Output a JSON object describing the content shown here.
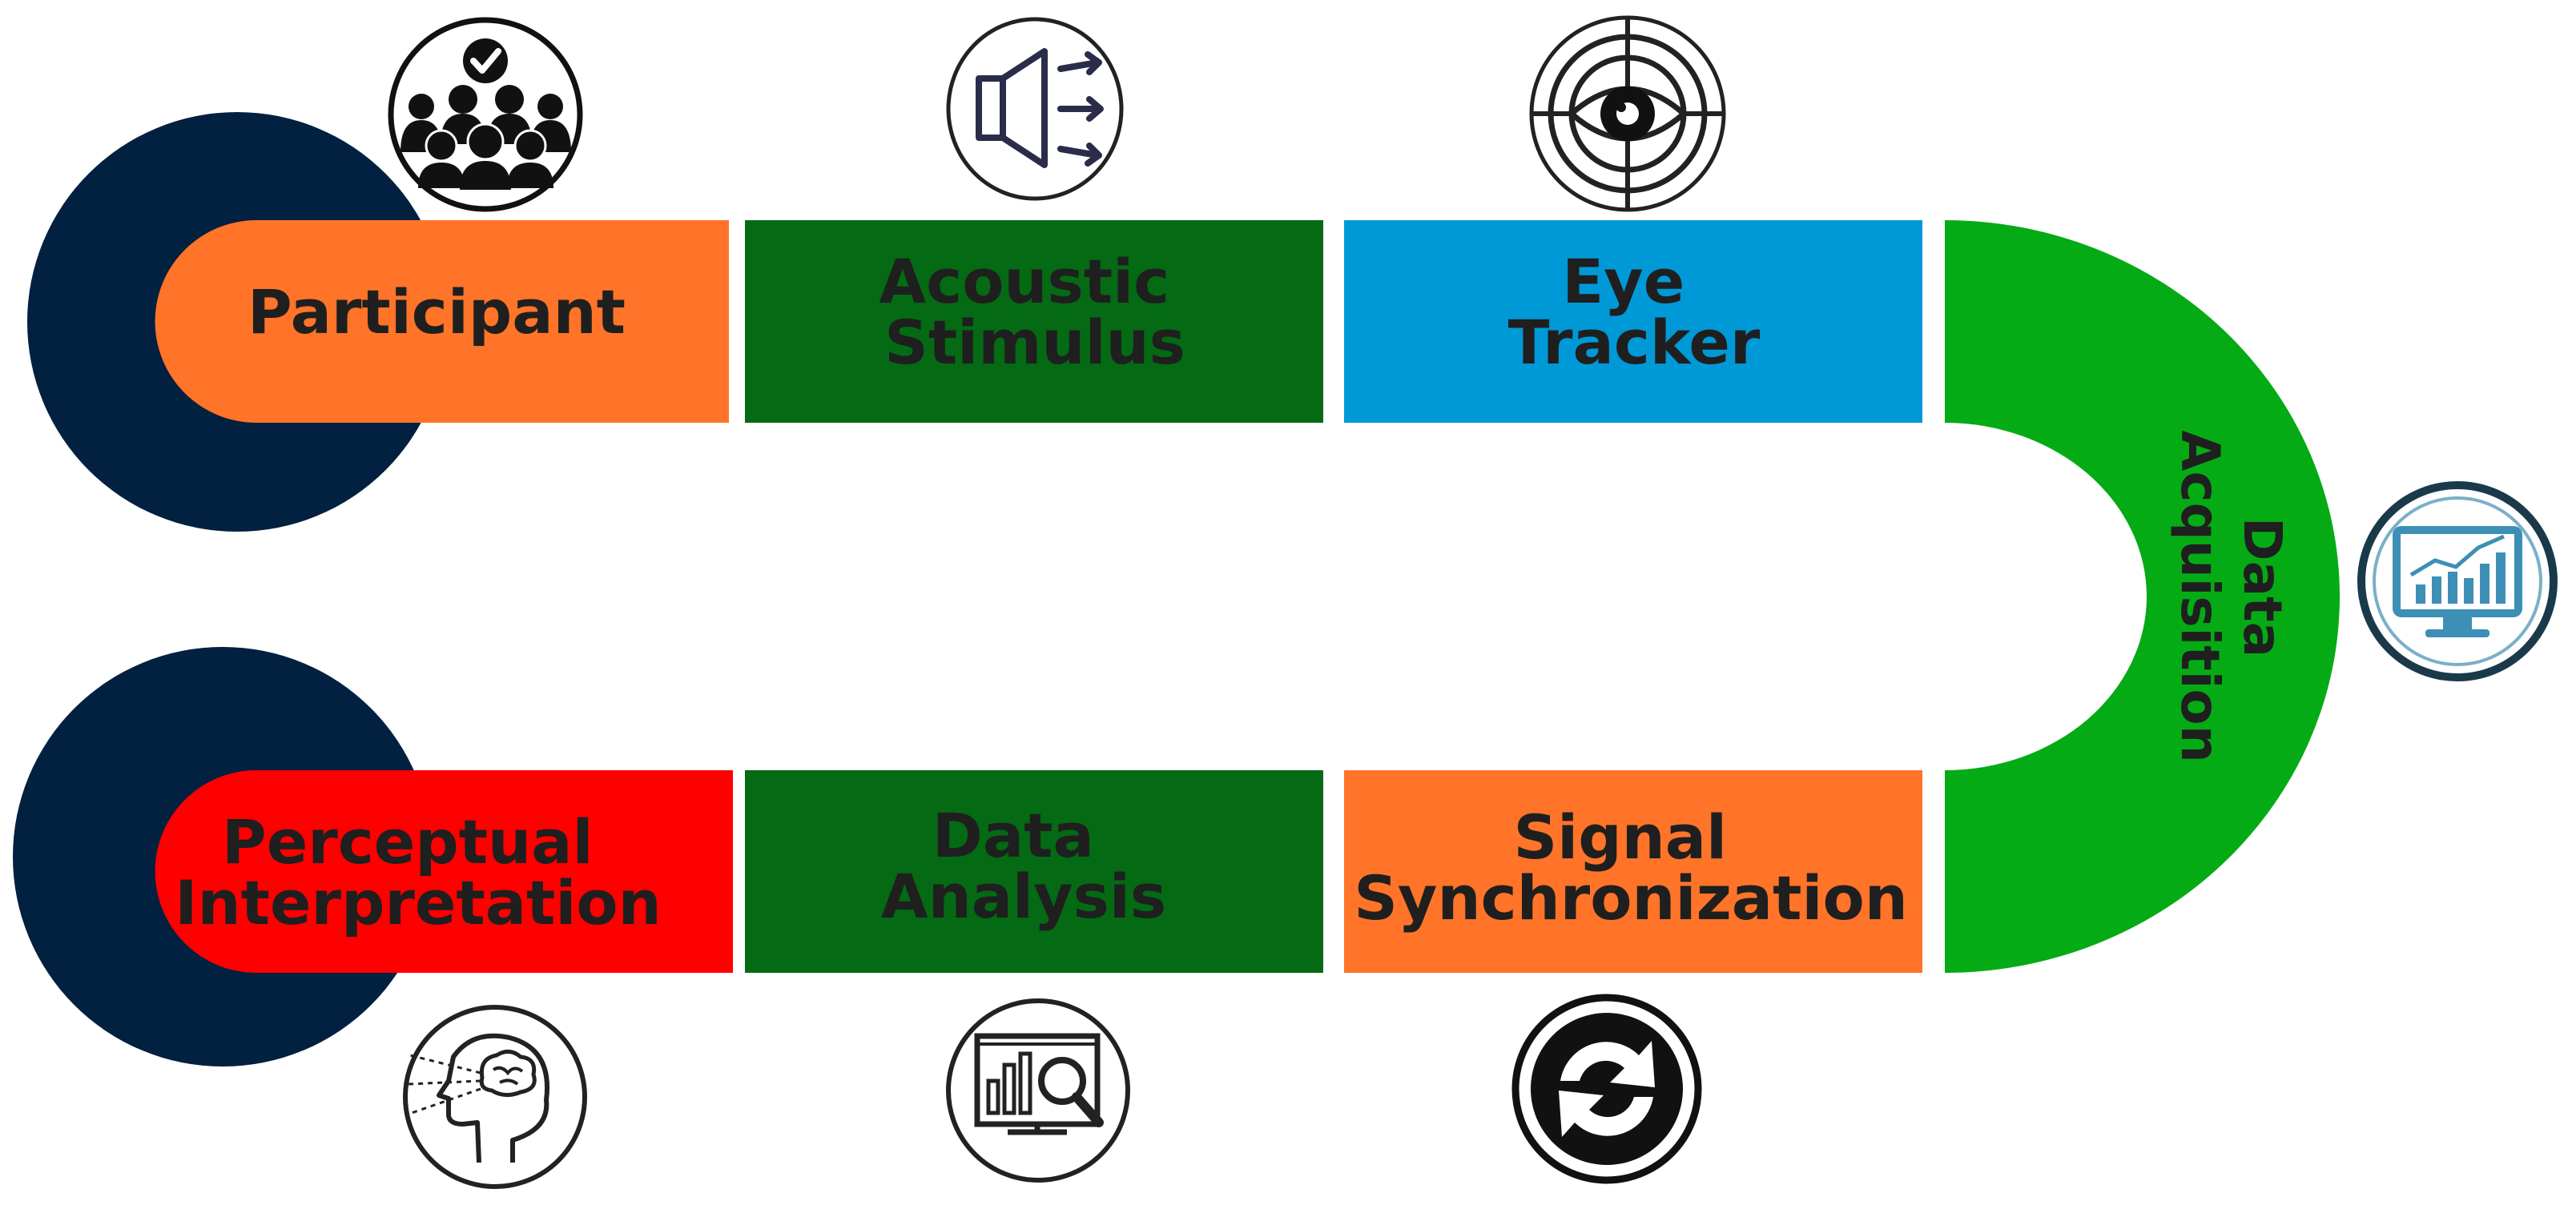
{
  "colors": {
    "navy": "#02203f",
    "orange": "#ff7428",
    "red": "#ff0000",
    "dark_green": "#046a14",
    "blue": "#0099d8",
    "bright_green": "#05ab15",
    "text": "#1f1f1f"
  },
  "steps": {
    "participant": {
      "label": [
        "Participant"
      ],
      "icon": "participant-group-icon"
    },
    "acoustic_stimulus": {
      "label": [
        "Acoustic",
        "Stimulus"
      ],
      "icon": "speaker-icon"
    },
    "eye_tracker": {
      "label": [
        "Eye",
        "Tracker"
      ],
      "icon": "eye-target-icon"
    },
    "data_acquisition": {
      "label": [
        "Data",
        "Acquisition"
      ],
      "icon": "monitor-chart-icon"
    },
    "signal_synchronization": {
      "label": [
        "Signal",
        "Synchronization"
      ],
      "icon": "sync-arrows-icon"
    },
    "data_analysis": {
      "label": [
        "Data",
        "Analysis"
      ],
      "icon": "chart-magnifier-icon"
    },
    "perceptual_interpretation": {
      "label": [
        "Perceptual",
        "Interpretation"
      ],
      "icon": "head-brain-icon"
    }
  }
}
